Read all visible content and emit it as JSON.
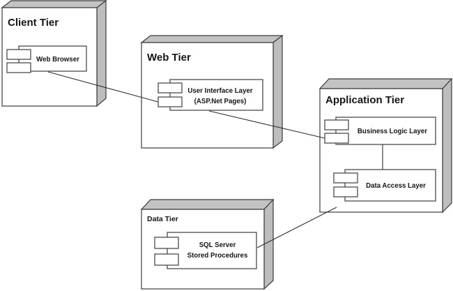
{
  "diagram": {
    "title": "Three-Tier Architecture Deployment Diagram",
    "type": "uml-deployment-diagram",
    "colors": {
      "node_face": "#ffffff",
      "node_top": "#c3c3c3",
      "node_side": "#bdbdbd",
      "stroke": "#3b3b3b",
      "text": "#151515",
      "background": "#ffffff"
    }
  },
  "nodes": [
    {
      "id": "client-tier",
      "title": "Client Tier",
      "title_size": "big",
      "components": [
        {
          "id": "web-browser",
          "label_lines": [
            "Web Browser"
          ]
        }
      ]
    },
    {
      "id": "web-tier",
      "title": "Web Tier",
      "title_size": "big",
      "components": [
        {
          "id": "user-interface-layer",
          "label_lines": [
            "User Interface Layer",
            "(ASP.Net Pages)"
          ]
        }
      ]
    },
    {
      "id": "application-tier",
      "title": "Application Tier",
      "title_size": "big",
      "components": [
        {
          "id": "business-logic-layer",
          "label_lines": [
            "Business Logic Layer"
          ]
        },
        {
          "id": "data-access-layer",
          "label_lines": [
            "Data Access Layer"
          ]
        }
      ]
    },
    {
      "id": "data-tier",
      "title": "Data Tier",
      "title_size": "small",
      "components": [
        {
          "id": "sql-server-stored-procedures",
          "label_lines": [
            "SQL Server",
            "Stored Procedures"
          ]
        }
      ]
    }
  ],
  "connections": [
    {
      "id": "browser-to-ui",
      "from": "web-browser",
      "to": "user-interface-layer"
    },
    {
      "id": "ui-to-business",
      "from": "user-interface-layer",
      "to": "business-logic-layer"
    },
    {
      "id": "business-to-dataaccess",
      "from": "business-logic-layer",
      "to": "data-access-layer"
    },
    {
      "id": "dataaccess-to-sql",
      "from": "data-access-layer",
      "to": "sql-server-stored-procedures"
    }
  ],
  "labels": {
    "client_tier": "Client Tier",
    "web_tier": "Web Tier",
    "application_tier": "Application Tier",
    "data_tier": "Data Tier",
    "web_browser": "Web Browser",
    "ui_layer_line1": "User Interface Layer",
    "ui_layer_line2": "(ASP.Net Pages)",
    "business_logic_layer": "Business Logic Layer",
    "data_access_layer": "Data Access Layer",
    "sql_line1": "SQL Server",
    "sql_line2": "Stored Procedures"
  }
}
